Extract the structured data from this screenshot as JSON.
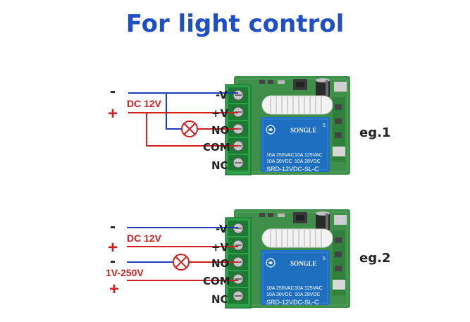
{
  "title": "For light control",
  "colors": {
    "title": "#1f4fc4",
    "wire_negative": "#1f3fb8",
    "wire_positive": "#d11e1e",
    "terminal_block": "#2fa04a",
    "pcb": "#3f8f4a",
    "relay": "#1f6fc0",
    "antenna_coil": "#f2f2f2"
  },
  "terminal_labels": [
    "-V",
    "+V",
    "NO",
    "COM",
    "NC"
  ],
  "relay_text": {
    "brand": "SONGLE",
    "rating_1a": "10A 250VAC",
    "rating_1b": "10A 125VAC",
    "rating_2a": "10A 30VDC",
    "rating_2b": "10A 28VDC",
    "model": "SRD-12VDC-SL-C",
    "pin_count": "5"
  },
  "examples": [
    {
      "tag": "eg.1",
      "supply_label": "DC 12V",
      "neg_sign": "-",
      "pos_sign": "+"
    },
    {
      "tag": "eg.2",
      "supply_label": "DC 12V",
      "neg_sign": "-",
      "pos_sign": "+",
      "load_supply_label": "1V-250V",
      "load_neg_sign": "-",
      "load_pos_sign": "+"
    }
  ],
  "icons": [
    "lamp-icon",
    "relay-module",
    "songle-logo"
  ]
}
